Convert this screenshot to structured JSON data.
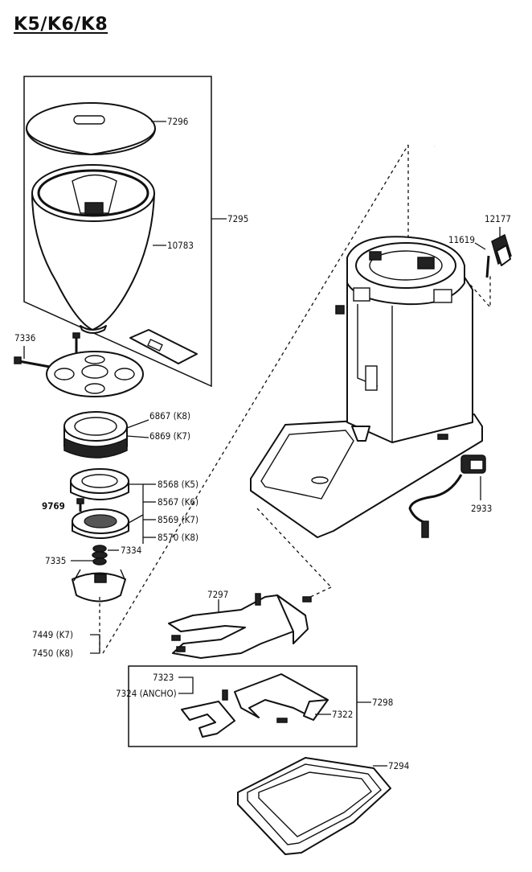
{
  "title": "K5/K6/K8",
  "parts": {
    "p7296": "7296",
    "p7295": "7295",
    "p10783": "10783",
    "p7336": "7336",
    "p6867": "6867 (K8)",
    "p6869": "6869 (K7)",
    "p8568": "8568 (K5)",
    "p8567": "8567 (K6)",
    "p8569": "8569 (K7)",
    "p8570": "8570 (K8)",
    "p9769": "9769",
    "p7334": "7334",
    "p7335": "7335",
    "p7449": "7449 (K7)",
    "p7450": "7450 (K8)",
    "p12177": "12177",
    "p11619": "11619",
    "p2933": "2933",
    "p7297": "7297",
    "p7323": "7323",
    "p7324": "7324 (ANCHO)",
    "p7322": "7322",
    "p7298": "7298",
    "p7294": "7294"
  }
}
